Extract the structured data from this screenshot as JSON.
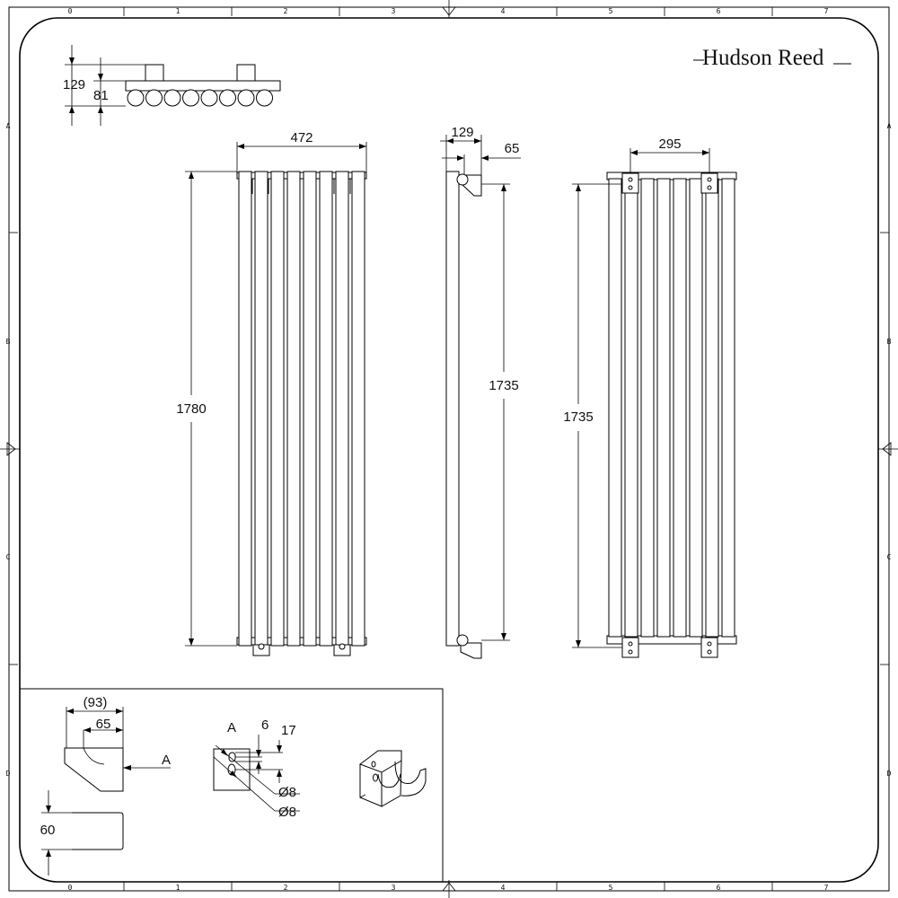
{
  "brand": {
    "name": "Hudson Reed"
  },
  "border": {
    "columns": [
      "0",
      "1",
      "2",
      "3",
      "4",
      "5",
      "6",
      "7"
    ],
    "rows": [
      "A",
      "B",
      "C",
      "D"
    ]
  },
  "top_view": {
    "overall_depth": "129",
    "depth": "81"
  },
  "front_view": {
    "width": "472",
    "height": "1780"
  },
  "side_view": {
    "depth": "129",
    "offset": "65",
    "height": "1735"
  },
  "rear_view": {
    "bracket_centres": "295",
    "height": "1735"
  },
  "bracket_detail": {
    "overall_width": "(93)",
    "width": "65",
    "view_label": "A",
    "height": "60",
    "section_label": "A",
    "slot_width": "6",
    "slot_length": "17",
    "hole_1": "Ø8",
    "hole_2": "Ø8"
  }
}
